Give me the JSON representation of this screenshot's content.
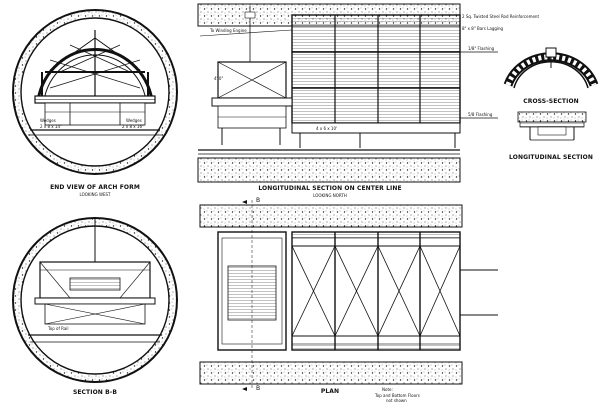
{
  "drawing": {
    "end_view": {
      "title": "END VIEW OF ARCH FORM",
      "subtitle": "LOOKING WEST",
      "notes": [
        "Wedges",
        "2 x 8 x 14\"",
        "Wedges",
        "2 x 8 x 16\""
      ]
    },
    "section_bb": {
      "title": "SECTION B-B",
      "notes": [
        "Top of Rail"
      ]
    },
    "longitudinal": {
      "title": "LONGITUDINAL SECTION ON CENTER LINE",
      "subtitle": "LOOKING NORTH",
      "notes": [
        "To Winding Engine",
        "2 Sq. Twisted Steel Rod Reinforcement",
        "8\" x 8\" Bars Lagging",
        "1/8\" Flashing",
        "5/8 Flashing",
        "4' 0\"",
        "4 x 6 x 10'"
      ]
    },
    "plan": {
      "title": "PLAN",
      "section_marker": "B",
      "notes": [
        "Top and Bottom Floors",
        "not shown"
      ],
      "note_label": "Note:"
    },
    "cross_section": {
      "title": "CROSS-SECTION"
    },
    "long_section_detail": {
      "title": "LONGITUDINAL SECTION"
    }
  }
}
